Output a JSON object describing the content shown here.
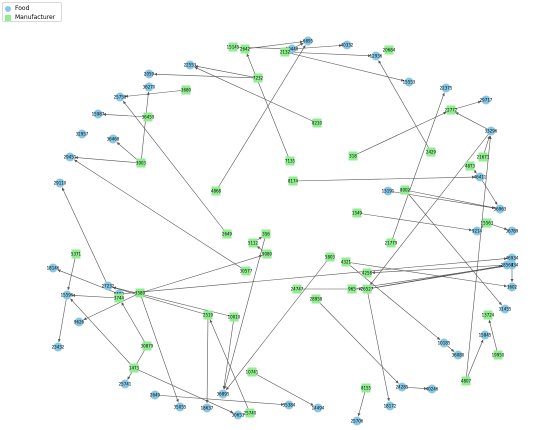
{
  "legend": [
    {
      "label": "Food",
      "kind": "food"
    },
    {
      "label": "Manufacturer",
      "kind": "manufacturer"
    }
  ],
  "colors": {
    "food": "#87c8e6",
    "manufacturer": "#90ee90",
    "edge": "#555555"
  },
  "nodes": [
    {
      "id": "f6895",
      "label": "6895",
      "kind": "food"
    },
    {
      "id": "f40332",
      "label": "40332",
      "kind": "food"
    },
    {
      "id": "f20440",
      "label": "20440",
      "kind": "food"
    },
    {
      "id": "m15145",
      "label": "15145",
      "kind": "manufacturer"
    },
    {
      "id": "m2642",
      "label": "2642",
      "kind": "manufacturer"
    },
    {
      "id": "m20684",
      "label": "20684",
      "kind": "manufacturer"
    },
    {
      "id": "m2132",
      "label": "2132",
      "kind": "manufacturer"
    },
    {
      "id": "f12936",
      "label": "12936",
      "kind": "food"
    },
    {
      "id": "f22553",
      "label": "22553",
      "kind": "food"
    },
    {
      "id": "m7232",
      "label": "7232",
      "kind": "manufacturer"
    },
    {
      "id": "f2059",
      "label": "2059",
      "kind": "food"
    },
    {
      "id": "f15553",
      "label": "15553",
      "kind": "food"
    },
    {
      "id": "f36270",
      "label": "36270",
      "kind": "food"
    },
    {
      "id": "m3680",
      "label": "3680",
      "kind": "manufacturer"
    },
    {
      "id": "f25758",
      "label": "25758",
      "kind": "food"
    },
    {
      "id": "f15987",
      "label": "15987",
      "kind": "food"
    },
    {
      "id": "m36459",
      "label": "36459",
      "kind": "manufacturer"
    },
    {
      "id": "f32957",
      "label": "32957",
      "kind": "food"
    },
    {
      "id": "f36468",
      "label": "36468",
      "kind": "food"
    },
    {
      "id": "m8210",
      "label": "8210",
      "kind": "manufacturer"
    },
    {
      "id": "f22375",
      "label": "22375",
      "kind": "food"
    },
    {
      "id": "f29717",
      "label": "29717",
      "kind": "food"
    },
    {
      "id": "m22772",
      "label": "22772",
      "kind": "manufacturer"
    },
    {
      "id": "f33296",
      "label": "33296",
      "kind": "food"
    },
    {
      "id": "m318",
      "label": "318",
      "kind": "manufacturer"
    },
    {
      "id": "m2429",
      "label": "2429",
      "kind": "manufacturer"
    },
    {
      "id": "m7135",
      "label": "7135",
      "kind": "manufacturer"
    },
    {
      "id": "m21671",
      "label": "21671",
      "kind": "manufacturer"
    },
    {
      "id": "f29451",
      "label": "29451",
      "kind": "food"
    },
    {
      "id": "m3003",
      "label": "3003",
      "kind": "manufacturer"
    },
    {
      "id": "m4873",
      "label": "4873",
      "kind": "manufacturer"
    },
    {
      "id": "m8174",
      "label": "8174",
      "kind": "manufacturer"
    },
    {
      "id": "f46411",
      "label": "46411",
      "kind": "food"
    },
    {
      "id": "f29110",
      "label": "29110",
      "kind": "food"
    },
    {
      "id": "f13191",
      "label": "13191",
      "kind": "food"
    },
    {
      "id": "m8002",
      "label": "8002",
      "kind": "manufacturer"
    },
    {
      "id": "m4868",
      "label": "4868",
      "kind": "manufacturer"
    },
    {
      "id": "f36963",
      "label": "36963",
      "kind": "food"
    },
    {
      "id": "m1549",
      "label": "1549",
      "kind": "manufacturer"
    },
    {
      "id": "m15563",
      "label": "15563",
      "kind": "manufacturer"
    },
    {
      "id": "f9214",
      "label": "9214",
      "kind": "food"
    },
    {
      "id": "f36789",
      "label": "36789",
      "kind": "food"
    },
    {
      "id": "m21779",
      "label": "21779",
      "kind": "manufacturer"
    },
    {
      "id": "f46934",
      "label": "46934",
      "kind": "food"
    },
    {
      "id": "m2649",
      "label": "2649",
      "kind": "manufacturer"
    },
    {
      "id": "m356",
      "label": "356",
      "kind": "manufacturer"
    },
    {
      "id": "m5112",
      "label": "5112",
      "kind": "manufacturer"
    },
    {
      "id": "m9080",
      "label": "9080",
      "kind": "manufacturer"
    },
    {
      "id": "m5803",
      "label": "5803",
      "kind": "manufacturer"
    },
    {
      "id": "m4321",
      "label": "4321",
      "kind": "manufacturer"
    },
    {
      "id": "m30577",
      "label": "30577",
      "kind": "manufacturer"
    },
    {
      "id": "f20334",
      "label": "20334",
      "kind": "food"
    },
    {
      "id": "f28564",
      "label": "28564",
      "kind": "food"
    },
    {
      "id": "m5371",
      "label": "5371",
      "kind": "manufacturer"
    },
    {
      "id": "f18146",
      "label": "18146",
      "kind": "food"
    },
    {
      "id": "f27232",
      "label": "27232",
      "kind": "food"
    },
    {
      "id": "f9593",
      "label": "9593",
      "kind": "food"
    },
    {
      "id": "m3744",
      "label": "3744",
      "kind": "manufacturer"
    },
    {
      "id": "m3589",
      "label": "3589",
      "kind": "manufacturer"
    },
    {
      "id": "m4258",
      "label": "4258",
      "kind": "manufacturer"
    },
    {
      "id": "f3602",
      "label": "3602",
      "kind": "food"
    },
    {
      "id": "m24747",
      "label": "24747",
      "kind": "manufacturer"
    },
    {
      "id": "m965",
      "label": "965",
      "kind": "manufacturer"
    },
    {
      "id": "m26527",
      "label": "26527",
      "kind": "manufacturer"
    },
    {
      "id": "f15596",
      "label": "15596",
      "kind": "food"
    },
    {
      "id": "m28958",
      "label": "28958",
      "kind": "manufacturer"
    },
    {
      "id": "f31455",
      "label": "31455",
      "kind": "food"
    },
    {
      "id": "f9626",
      "label": "9626",
      "kind": "food"
    },
    {
      "id": "m2519",
      "label": "2519",
      "kind": "manufacturer"
    },
    {
      "id": "m10010",
      "label": "10010",
      "kind": "manufacturer"
    },
    {
      "id": "m13724",
      "label": "13724",
      "kind": "manufacturer"
    },
    {
      "id": "f23432",
      "label": "23432",
      "kind": "food"
    },
    {
      "id": "f15845",
      "label": "15845",
      "kind": "food"
    },
    {
      "id": "m30879",
      "label": "30879",
      "kind": "manufacturer"
    },
    {
      "id": "f10185",
      "label": "10185",
      "kind": "food"
    },
    {
      "id": "m19950",
      "label": "19950",
      "kind": "manufacturer"
    },
    {
      "id": "f36080",
      "label": "36080",
      "kind": "food"
    },
    {
      "id": "m1473",
      "label": "1473",
      "kind": "manufacturer"
    },
    {
      "id": "m10741",
      "label": "10741",
      "kind": "manufacturer"
    },
    {
      "id": "m4807",
      "label": "4807",
      "kind": "manufacturer"
    },
    {
      "id": "f25741",
      "label": "25741",
      "kind": "food"
    },
    {
      "id": "m8155",
      "label": "8155",
      "kind": "manufacturer"
    },
    {
      "id": "f24285",
      "label": "24285",
      "kind": "food"
    },
    {
      "id": "f40246",
      "label": "40246",
      "kind": "food"
    },
    {
      "id": "f36895",
      "label": "36895",
      "kind": "food"
    },
    {
      "id": "f2649b",
      "label": "2649",
      "kind": "food"
    },
    {
      "id": "f35055",
      "label": "35055",
      "kind": "food"
    },
    {
      "id": "f18637",
      "label": "18637",
      "kind": "food"
    },
    {
      "id": "m25740",
      "label": "25740",
      "kind": "manufacturer"
    },
    {
      "id": "f30653",
      "label": "30653",
      "kind": "food"
    },
    {
      "id": "f35384",
      "label": "35384",
      "kind": "food"
    },
    {
      "id": "f14494",
      "label": "14494",
      "kind": "food"
    },
    {
      "id": "f18172",
      "label": "18172",
      "kind": "food"
    },
    {
      "id": "f25706",
      "label": "25706",
      "kind": "food"
    }
  ],
  "edges": [
    [
      "m2642",
      "f6895"
    ],
    [
      "m2132",
      "f6895"
    ],
    [
      "f20440",
      "f40332"
    ],
    [
      "m2132",
      "f20440"
    ],
    [
      "m15145",
      "f20440"
    ],
    [
      "m2132",
      "f12936"
    ],
    [
      "m2132",
      "f15553"
    ],
    [
      "m2429",
      "f12936"
    ],
    [
      "m7232",
      "f22553"
    ],
    [
      "m7232",
      "f2059"
    ],
    [
      "m7135",
      "m2642"
    ],
    [
      "m8210",
      "f22553"
    ],
    [
      "m3680",
      "f25758"
    ],
    [
      "m36459",
      "f15987"
    ],
    [
      "m3003",
      "f36270"
    ],
    [
      "m3003",
      "f36468"
    ],
    [
      "m4868",
      "f6895"
    ],
    [
      "m22772",
      "f29717"
    ],
    [
      "m318",
      "m22772"
    ],
    [
      "f33296",
      "m22772"
    ],
    [
      "m21671",
      "f33296"
    ],
    [
      "m4873",
      "f46411"
    ],
    [
      "m8174",
      "f46411"
    ],
    [
      "f46411",
      "f36963"
    ],
    [
      "m3003",
      "f29451"
    ],
    [
      "m30577",
      "f29451"
    ],
    [
      "f13191",
      "f36963"
    ],
    [
      "m8002",
      "f36963"
    ],
    [
      "m8002",
      "f31455"
    ],
    [
      "m21779",
      "f22375"
    ],
    [
      "m1549",
      "f9214"
    ],
    [
      "m15563",
      "f9214"
    ],
    [
      "m15563",
      "f36789"
    ],
    [
      "f33296",
      "m26527"
    ],
    [
      "m5112",
      "m356"
    ],
    [
      "m2649",
      "f25758"
    ],
    [
      "f9593",
      "f46934"
    ],
    [
      "f46934",
      "f3602"
    ],
    [
      "m9080",
      "m5112"
    ],
    [
      "f28564",
      "m4258"
    ],
    [
      "m26527",
      "f28564"
    ],
    [
      "m965",
      "f20334"
    ],
    [
      "m26527",
      "f20334"
    ],
    [
      "m24747",
      "m26527"
    ],
    [
      "f27232",
      "f29110"
    ],
    [
      "f9593",
      "f18146"
    ],
    [
      "m3744",
      "f15596"
    ],
    [
      "m3589",
      "m9080"
    ],
    [
      "m3589",
      "f9626"
    ],
    [
      "m10010",
      "f27232"
    ],
    [
      "m2519",
      "f27232"
    ],
    [
      "m10010",
      "f36895"
    ],
    [
      "m28958",
      "f24285"
    ],
    [
      "f24285",
      "f40246"
    ],
    [
      "m26527",
      "f18172"
    ],
    [
      "m4321",
      "f10185"
    ],
    [
      "f10185",
      "f36080"
    ],
    [
      "m19950",
      "m13724"
    ],
    [
      "m30879",
      "f25741"
    ],
    [
      "m1473",
      "f15596"
    ],
    [
      "m1473",
      "f30653"
    ],
    [
      "m10741",
      "f14494"
    ],
    [
      "m4807",
      "f33296"
    ],
    [
      "m4807",
      "f15845"
    ],
    [
      "m8155",
      "f25706"
    ],
    [
      "m5803",
      "f36895"
    ],
    [
      "m356",
      "f36895"
    ],
    [
      "f2649b",
      "f35384"
    ],
    [
      "m3589",
      "f35055"
    ],
    [
      "m25740",
      "m2519"
    ],
    [
      "m2519",
      "f18637"
    ],
    [
      "f15596",
      "f23432"
    ],
    [
      "m30879",
      "m3744"
    ],
    [
      "m5371",
      "f15596"
    ],
    [
      "m4321",
      "f3602"
    ]
  ]
}
